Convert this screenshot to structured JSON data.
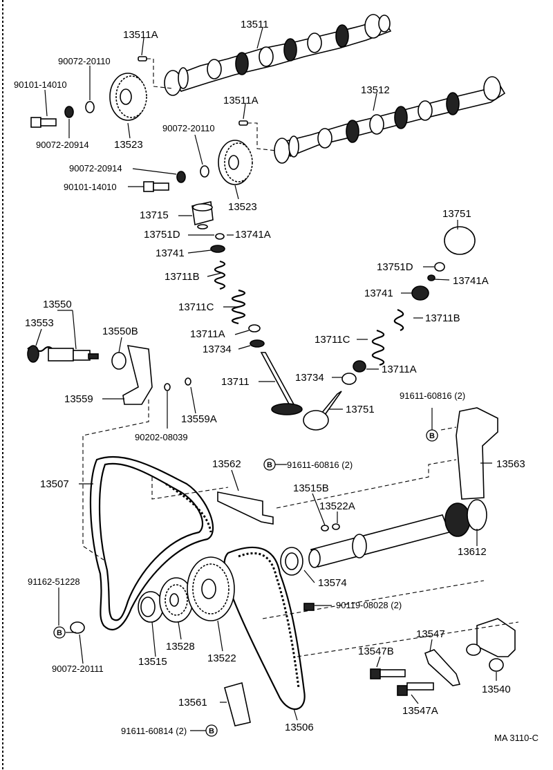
{
  "labels": {
    "p13511": "13511",
    "p13511A_1": "13511A",
    "p13511A_2": "13511A",
    "p13512": "13512",
    "p90072_20110_1": "90072-20110",
    "p90072_20110_2": "90072-20110",
    "p90101_14010_1": "90101-14010",
    "p90101_14010_2": "90101-14010",
    "p90072_20914_1": "90072-20914",
    "p90072_20914_2": "90072-20914",
    "p13523_1": "13523",
    "p13523_2": "13523",
    "p13715": "13715",
    "p13751D_1": "13751D",
    "p13741A_1": "13741A",
    "p13741_1": "13741",
    "p13711B_1": "13711B",
    "p13711C_1": "13711C",
    "p13711A_1": "13711A",
    "p13734_1": "13734",
    "p13711": "13711",
    "p13751_top": "13751",
    "p13751D_2": "13751D",
    "p13741A_2": "13741A",
    "p13741_2": "13741",
    "p13711B_2": "13711B",
    "p13711C_2": "13711C",
    "p13711A_2": "13711A",
    "p13734_2": "13734",
    "p13751_bot": "13751",
    "p13550": "13550",
    "p13553": "13553",
    "p13550B": "13550B",
    "p13559": "13559",
    "p13559A": "13559A",
    "p90202_08039": "90202-08039",
    "p91611_60816_a": "91611-60816 (2)",
    "p13563": "13563",
    "p13562": "13562",
    "p91611_60816_b": "91611-60816 (2)",
    "p13507": "13507",
    "p13515B": "13515B",
    "p13522A": "13522A",
    "p13612": "13612",
    "p13574": "13574",
    "p90119_08028": "90119-08028 (2)",
    "p91162_51228": "91162-51228",
    "p90072_20111": "90072-20111",
    "p13515": "13515",
    "p13528": "13528",
    "p13522": "13522",
    "p13547": "13547",
    "p13547B": "13547B",
    "p13547A": "13547A",
    "p13540": "13540",
    "p13561": "13561",
    "p91611_60814": "91611-60814 (2)",
    "p13506": "13506",
    "ref": "MA  3110-C"
  },
  "marker_letter": "B"
}
